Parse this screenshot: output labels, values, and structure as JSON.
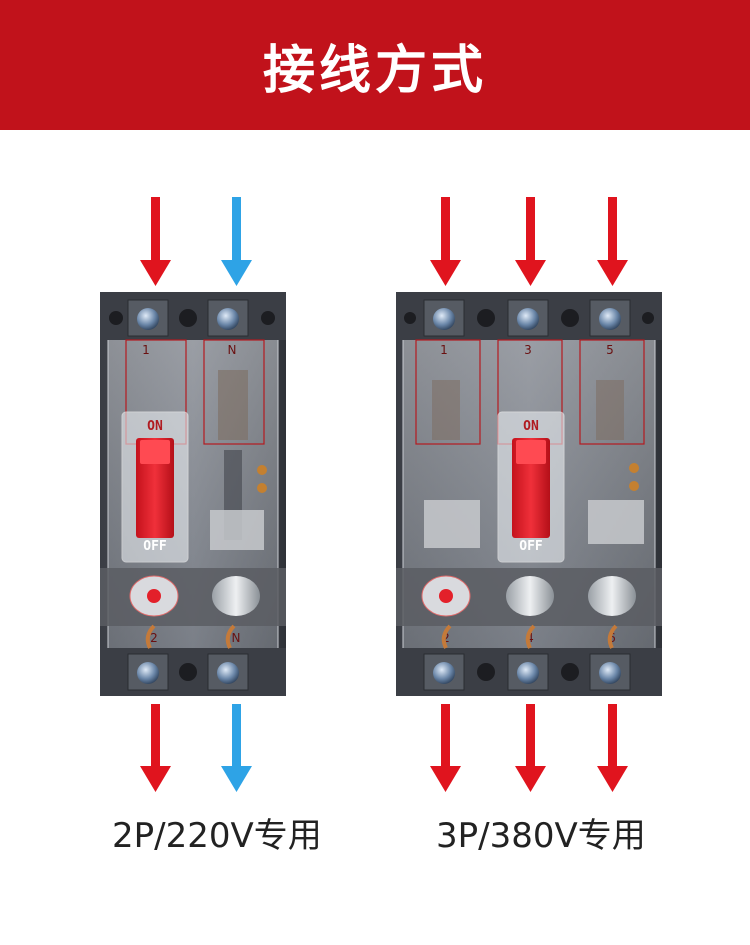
{
  "header": {
    "title": "接线方式"
  },
  "breakers": [
    {
      "id": "2p",
      "caption": "2P/220V专用",
      "top_labels": [
        "1",
        "N"
      ],
      "bottom_labels": [
        "2",
        "N"
      ],
      "switch_on": "ON",
      "switch_off": "OFF",
      "arrow_colors": [
        "#e0141e",
        "#2ea3e6"
      ]
    },
    {
      "id": "3p",
      "caption": "3P/380V专用",
      "top_labels": [
        "1",
        "3",
        "5"
      ],
      "bottom_labels": [
        "2",
        "4",
        "6"
      ],
      "switch_on": "ON",
      "switch_off": "OFF",
      "arrow_colors": [
        "#e0141e",
        "#e0141e",
        "#e0141e"
      ]
    }
  ],
  "colors": {
    "banner": "#c1121b",
    "line_arrow": "#e0141e",
    "neutral_arrow": "#2ea3e6",
    "toggle": "#e3202a"
  }
}
